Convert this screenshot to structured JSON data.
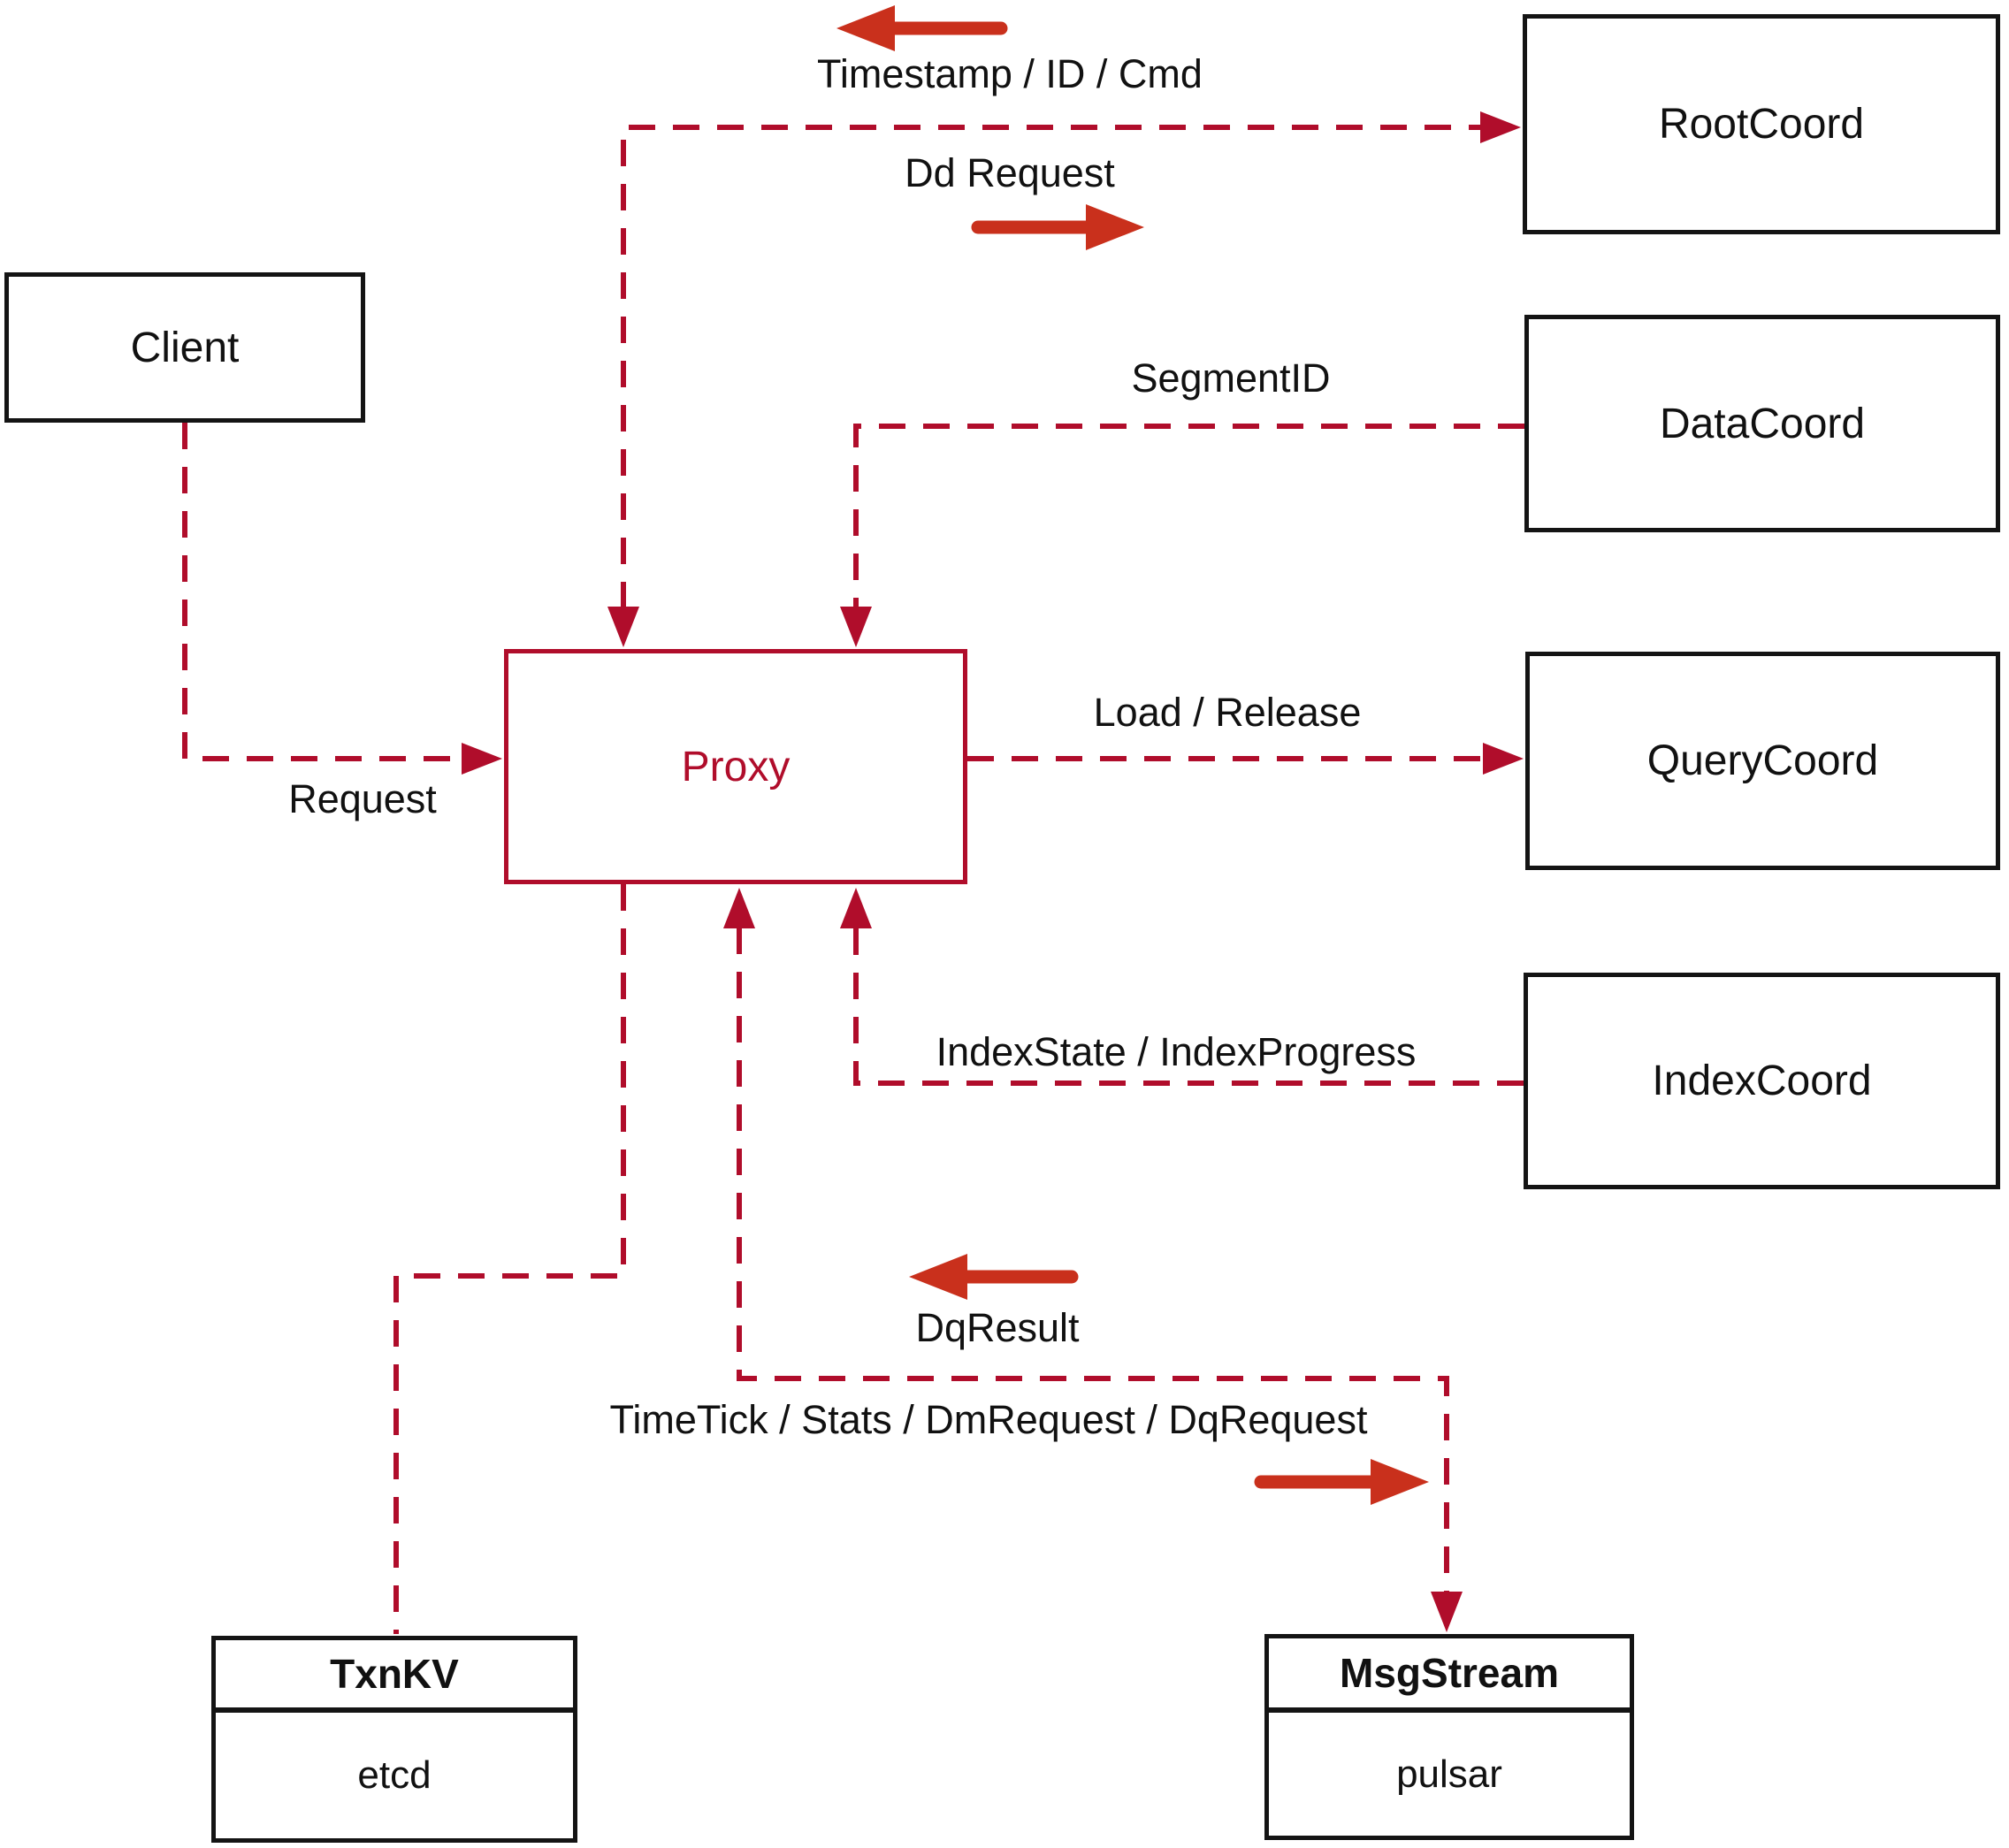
{
  "colors": {
    "dashed_line": "#b00d2b",
    "solid_arrow": "#c9301c",
    "box_border": "#141414",
    "text": "#111111",
    "background": "#ffffff"
  },
  "nodes": {
    "client": {
      "label": "Client"
    },
    "proxy": {
      "label": "Proxy"
    },
    "root_coord": {
      "label": "RootCoord"
    },
    "data_coord": {
      "label": "DataCoord"
    },
    "query_coord": {
      "label": "QueryCoord"
    },
    "index_coord": {
      "label": "IndexCoord"
    },
    "txn_kv": {
      "title": "TxnKV",
      "impl": "etcd"
    },
    "msg_stream": {
      "title": "MsgStream",
      "impl": "pulsar"
    }
  },
  "edges": {
    "request": {
      "label": "Request"
    },
    "timestamp": {
      "label": "Timestamp / ID / Cmd"
    },
    "dd_request": {
      "label": "Dd Request"
    },
    "segment_id": {
      "label": "SegmentID"
    },
    "load_release": {
      "label": "Load / Release"
    },
    "index_state": {
      "label": "IndexState / IndexProgress"
    },
    "dq_result": {
      "label": "DqResult"
    },
    "time_tick": {
      "label": "TimeTick / Stats / DmRequest / DqRequest"
    }
  }
}
